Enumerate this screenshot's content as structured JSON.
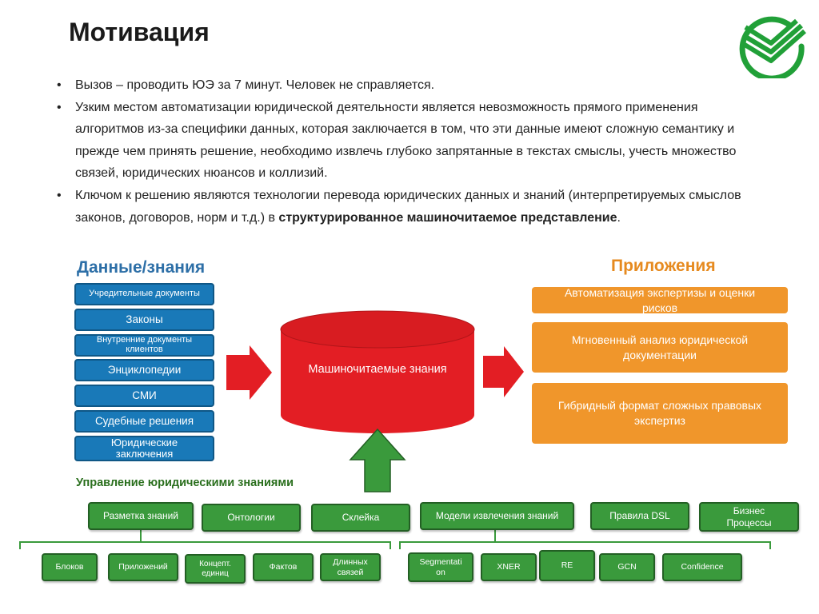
{
  "title": "Мотивация",
  "bullets": [
    {
      "text": "Вызов – проводить ЮЭ за 7 минут. Человек не справляется."
    },
    {
      "text": "Узким местом автоматизации юридической деятельности является невозможность прямого применения алгоритмов из-за специфики данных, которая заключается в том, что эти данные имеют сложную семантику и прежде чем принять решение, необходимо извлечь глубоко запрятанные в текстах смыслы, учесть множество связей, юридических нюансов и коллизий."
    },
    {
      "text": "Ключом к решению являются технологии перевода юридических данных и знаний (интерпретируемых смыслов законов, договоров, норм и т.д.) в ",
      "bold": "структурированное машиночитаемое представление",
      "after": "."
    }
  ],
  "data_section": {
    "title": "Данные/знания",
    "items": [
      "Учредительные документы",
      "Законы",
      "Внутренние документы клиентов",
      "Энциклопедии",
      "СМИ",
      "Судебные решения",
      "Юридические заключения"
    ]
  },
  "center": {
    "label": "Машиночитаемые знания"
  },
  "apps_section": {
    "title": "Приложения",
    "items": [
      "Автоматизация экспертизы и оценки рисков",
      "Мгновенный анализ юридической документации",
      "Гибридный формат сложных правовых экспертиз"
    ]
  },
  "management": {
    "title": "Управление юридическими знаниями",
    "top": [
      "Разметка знаний",
      "Онтологии",
      "Склейка",
      "Модели извлечения знаний",
      "Правила DSL",
      "Бизнес Процессы"
    ],
    "markup_sub": [
      "Блоков",
      "Приложений",
      "Концепт. единиц",
      "Фактов",
      "Длинных связей"
    ],
    "model_sub": [
      "Segmentati on",
      "XNER",
      "RE",
      "GCN",
      "Confidence"
    ]
  },
  "colors": {
    "blue": "#1979b8",
    "orange": "#f0962b",
    "green": "#3a9a3c",
    "red": "#e31e24",
    "sber_green": "#21a038"
  },
  "icons": [
    "sber-logo-icon",
    "arrow-right-icon",
    "arrow-up-icon"
  ]
}
